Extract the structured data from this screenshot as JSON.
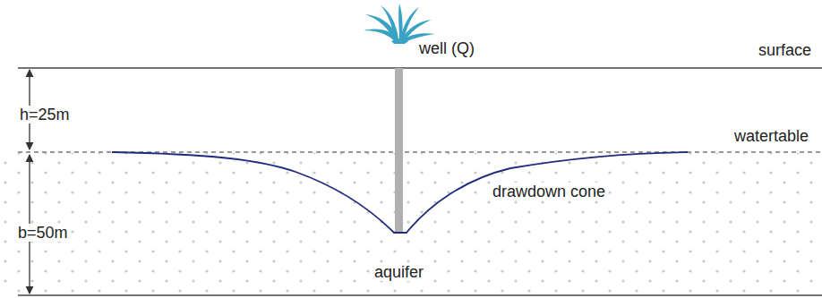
{
  "diagram": {
    "labels": [
      "well (Q)",
      "surface",
      "h=25m",
      "watertable",
      "drawdown cone",
      "b=50m",
      "aquifer"
    ]
  }
}
